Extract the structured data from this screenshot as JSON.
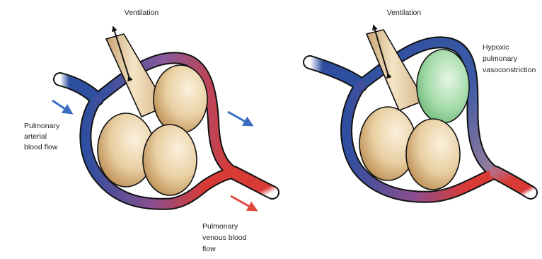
{
  "left_panel": {
    "ventilation_label": "Ventilation",
    "arterial_label": [
      "Pulmonary",
      "arterial",
      "blood flow"
    ],
    "venous_label": [
      "Pulmonary",
      "venous blood",
      "flow"
    ]
  },
  "right_panel": {
    "ventilation_label": "Ventilation",
    "hpv_label": [
      "Hypoxic",
      "pulmonary",
      "vasoconstriction"
    ]
  },
  "colors": {
    "arterial_blue": "#2e4fa0",
    "venous_red": "#d83a36",
    "alveolus_tan": "#e8cfa3",
    "hypoxic_green": "#9fd7a6",
    "outline": "#1a1a1a",
    "flow_arrow_blue": "#3a6cc0",
    "flow_arrow_red": "#e04a3f"
  },
  "icons": [
    "double-headed-ventilation-arrow",
    "flow-arrow"
  ]
}
